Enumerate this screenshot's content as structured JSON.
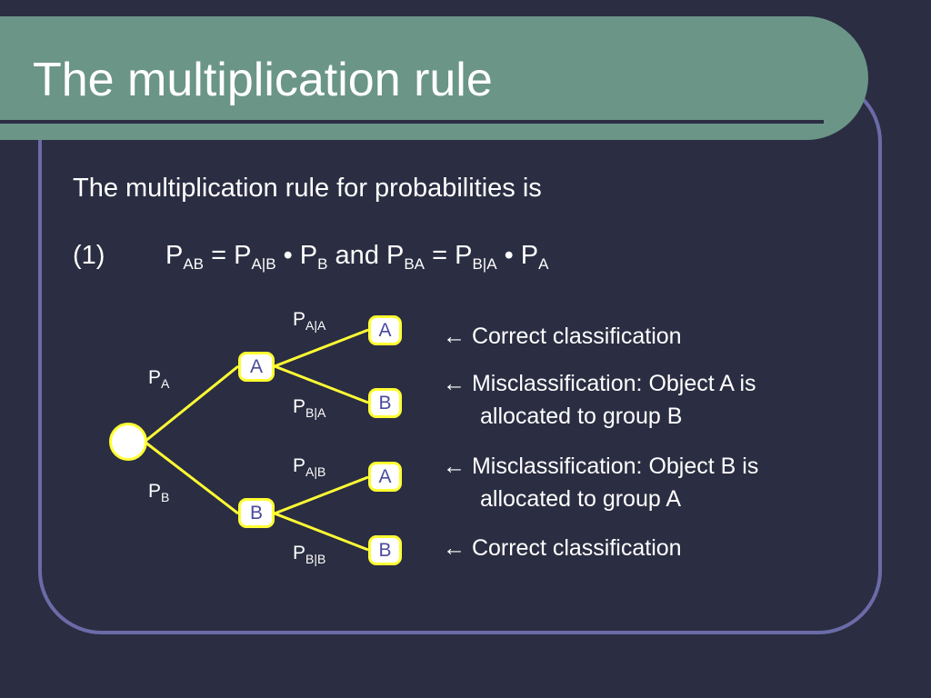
{
  "slide": {
    "title": "The multiplication rule",
    "intro": "The multiplication rule for probabilities is",
    "equation": {
      "number": "(1)",
      "p1": "P",
      "s1": "AB",
      "t1": " = P",
      "s2": "A|B",
      "t2": " • P",
      "s3": "B",
      "t3": " and P",
      "s4": "BA",
      "t4": " = P",
      "s5": "B|A",
      "t5": " • P",
      "s6": "A"
    }
  },
  "tree": {
    "line_color": "#ffff33",
    "node_text_color": "#4a4a9c",
    "root": "",
    "nodes": {
      "level1_a": "A",
      "level1_b": "B",
      "leaf_aa": "A",
      "leaf_ab": "B",
      "leaf_ba": "A",
      "leaf_bb": "B"
    },
    "labels": {
      "pa": {
        "base": "P",
        "sub": "A"
      },
      "pb": {
        "base": "P",
        "sub": "B"
      },
      "paa": {
        "base": "P",
        "sub": "A|A"
      },
      "pba": {
        "base": "P",
        "sub": "B|A"
      },
      "pab": {
        "base": "P",
        "sub": "A|B"
      },
      "pbb": {
        "base": "P",
        "sub": "B|B"
      }
    }
  },
  "notes": {
    "n1": "← Correct classification",
    "n2_line1": "← Misclassification: Object A is",
    "n2_line2": "allocated to group B",
    "n3_line1": "← Misclassification: Object B is",
    "n3_line2": "allocated to group A",
    "n4": "← Correct classification"
  },
  "colors": {
    "background": "#2b2d42",
    "title_bar": "#6a9587",
    "frame": "#6b6ba8"
  }
}
